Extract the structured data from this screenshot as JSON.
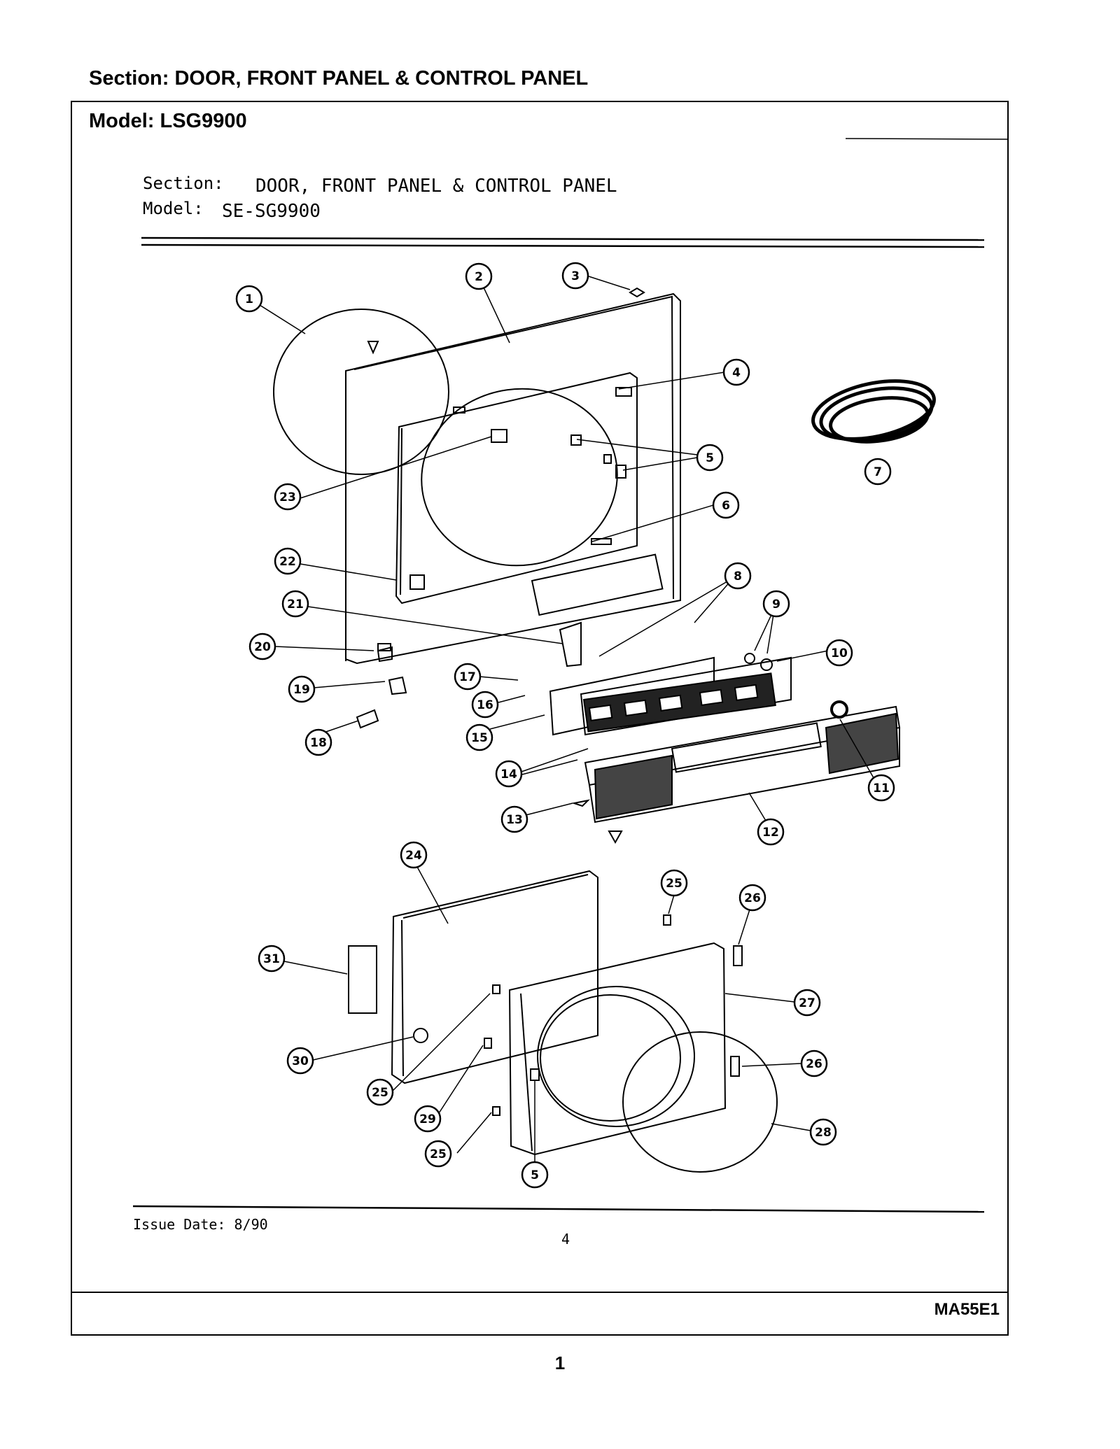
{
  "page_header": {
    "section": "Section:  DOOR, FRONT PANEL & CONTROL PANEL",
    "model": "Model:  LSG9900"
  },
  "drawing": {
    "section_label": "Section:",
    "section_title": "DOOR, FRONT PANEL & CONTROL PANEL",
    "model_label": "Model:",
    "model_value": "SE-SG9900",
    "issue_date": "Issue Date: 8/90",
    "inner_page": "4",
    "callouts": [
      "1",
      "2",
      "3",
      "4",
      "5",
      "6",
      "7",
      "8",
      "9",
      "10",
      "11",
      "12",
      "13",
      "14",
      "15",
      "16",
      "17",
      "18",
      "19",
      "20",
      "21",
      "22",
      "23",
      "24",
      "25",
      "26",
      "27",
      "28",
      "29",
      "30",
      "31"
    ]
  },
  "footer": {
    "doc_code": "MA55E1",
    "page_number": "1"
  }
}
